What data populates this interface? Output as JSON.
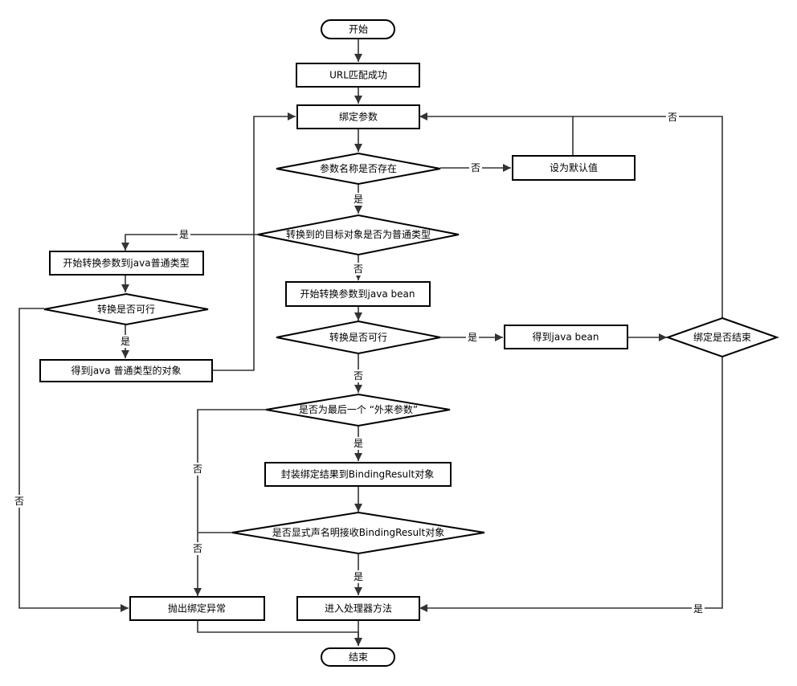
{
  "nodes": {
    "start": "开始",
    "url_match": "URL匹配成功",
    "bind_params": "绑定参数",
    "param_exists": "参数名称是否存在",
    "set_default": "设为默认值",
    "is_simple_type": "转换到的目标对象是否为普通类型",
    "convert_simple": "开始转换参数到java普通类型",
    "simple_ok": "转换是否可行",
    "got_simple": "得到java 普通类型的对象",
    "convert_bean": "开始转换参数到java bean",
    "bean_ok": "转换是否可行",
    "got_bean": "得到java bean",
    "bind_done": "绑定是否结束",
    "is_last": "是否为最后一个 “外来参数”",
    "wrap_result": "封装绑定结果到BindingResult对象",
    "declares_result": "是否显式声名明接收BindingResult对象",
    "throw_error": "抛出绑定异常",
    "handler": "进入处理器方法",
    "end": "结束"
  },
  "edge_labels": {
    "exists_no": "否",
    "exists_yes": "是",
    "simple_yes": "是",
    "simple_no": "否",
    "simple_ok_yes": "是",
    "simple_ok_no": "否",
    "bean_ok_yes": "是",
    "bean_ok_no": "否",
    "bind_done_no": "否",
    "bind_done_yes": "是",
    "last_yes": "是",
    "last_no": "否",
    "declares_yes": "是",
    "declares_no": "否"
  },
  "colors": {
    "stroke": "#000000",
    "edge": "#333333",
    "fill": "#ffffff"
  }
}
